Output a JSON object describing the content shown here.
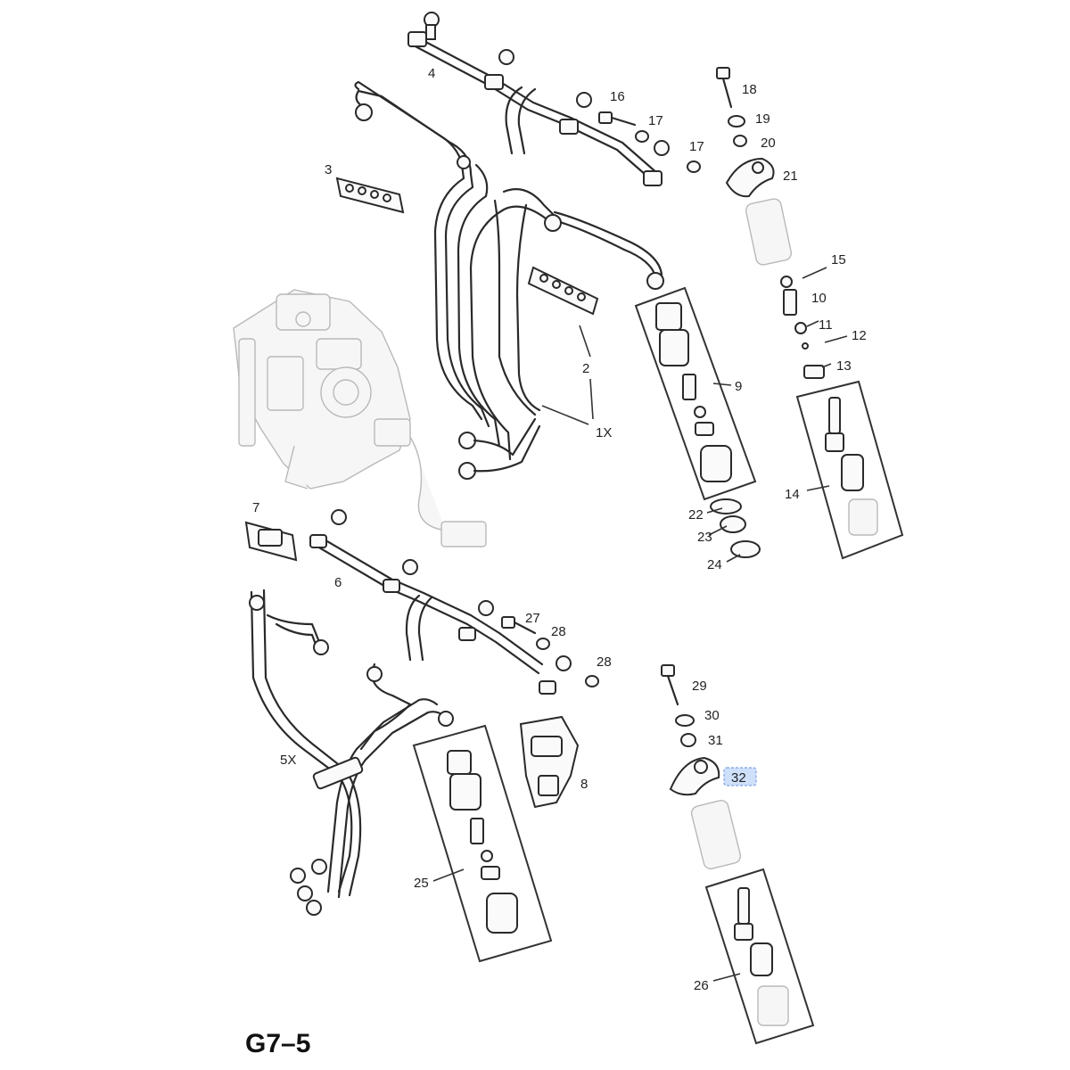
{
  "diagram": {
    "code": "G7–5",
    "highlighted_callout": "32",
    "callouts": [
      "1X",
      "2",
      "3",
      "4",
      "5X",
      "6",
      "7",
      "8",
      "9",
      "10",
      "11",
      "12",
      "13",
      "14",
      "15",
      "16",
      "17",
      "17",
      "18",
      "19",
      "20",
      "21",
      "22",
      "23",
      "24",
      "25",
      "26",
      "27",
      "28",
      "28",
      "29",
      "30",
      "31",
      "32"
    ],
    "parts": [
      {
        "label": "1X",
        "shape": "injection-pipe-set"
      },
      {
        "label": "2",
        "shape": "pipe-clamp"
      },
      {
        "label": "3",
        "shape": "pipe-clamp"
      },
      {
        "label": "4",
        "shape": "leak-off-pipe"
      },
      {
        "label": "5X",
        "shape": "injection-pipe-set"
      },
      {
        "label": "6",
        "shape": "leak-off-pipe"
      },
      {
        "label": "7",
        "shape": "pipe-clamp"
      },
      {
        "label": "8",
        "shape": "pipe-clamp"
      },
      {
        "label": "9",
        "shape": "injector-kit"
      },
      {
        "label": "14",
        "shape": "nozzle-kit"
      },
      {
        "label": "25",
        "shape": "injector-kit"
      },
      {
        "label": "26",
        "shape": "nozzle-kit"
      }
    ]
  }
}
